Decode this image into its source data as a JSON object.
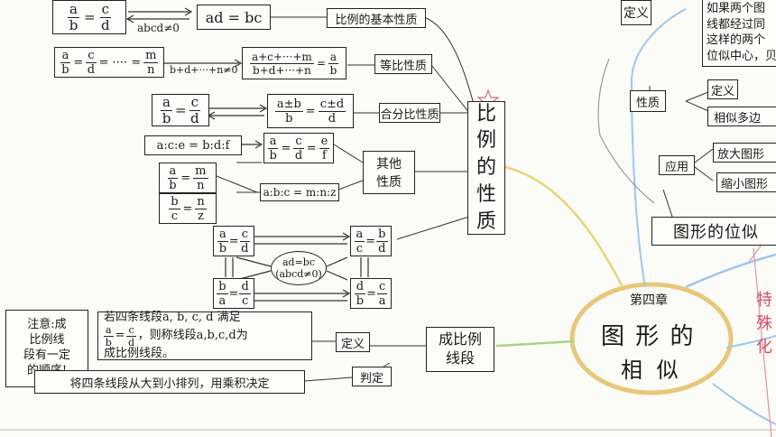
{
  "center": {
    "chapter": "第四章",
    "title_line1": "图 形 的",
    "title_line2": "相 似"
  },
  "property_node": {
    "chars": [
      "比",
      "例",
      "的",
      "性",
      "质"
    ]
  },
  "basic": {
    "left_num_a": "a",
    "left_den_b": "b",
    "left_num_c": "c",
    "left_den_d": "d",
    "arrow_cond": "abcd≠0",
    "product": "ad = bc",
    "label": "比例的基本性质"
  },
  "equal_ratio": {
    "lhs": [
      "a",
      "b",
      "c",
      "d",
      "m",
      "n"
    ],
    "dots": "= ···· =",
    "cond": "b+d+···+n≠0",
    "rhs_num": "a+c+···+m",
    "rhs_den": "b+d+···+n",
    "rhs_num2": "a",
    "rhs_den2": "b",
    "label": "等比性质"
  },
  "sum_diff": {
    "rhs_num": "a±b",
    "rhs_den": "b",
    "rhs_num2": "c±d",
    "rhs_den2": "d",
    "label": "合分比性质"
  },
  "other": {
    "cont_ratio": "a:c:e = b:d:f",
    "frac_e": "e",
    "frac_f": "f",
    "ratio_chain": "a:b:c = m:n:z",
    "m": "m",
    "n": "n",
    "z": "z",
    "label_line1": "其他",
    "label_line2": "性质"
  },
  "cross": {
    "center_line1": "ad=bc",
    "center_line2": "(abcd≠0)"
  },
  "proportional_segments": {
    "note": [
      "注意:成",
      "比例线",
      "段有一定",
      "的顺序!"
    ],
    "def_line1": "若四条线段a, b, c, d 满足",
    "def_line2": "，则称线段a,b,c,d为",
    "def_line3": "成比例线段。",
    "def_frac_a": "a",
    "def_frac_b": "b",
    "def_frac_c": "c",
    "def_frac_d": "d",
    "judge_text": "将四条线段从大到小排列，用乘积决定",
    "def_label": "定义",
    "judge_label": "判定",
    "node_line1": "成比例",
    "node_line2": "线段"
  },
  "homothety": {
    "top_text_line1": "如果两个图",
    "top_text_line2": "线都经过同",
    "top_text_line3": "这样的两个",
    "top_text_line4": "位似中心，贝",
    "def_label": "定义",
    "prop_label": "性质",
    "prop_def": "定义",
    "prop_multi": "相似多边",
    "app_label": "应用",
    "app_enlarge": "放大图形",
    "app_shrink": "缩小图形",
    "node": "图形的位似"
  },
  "right_edge": {
    "c1": "特",
    "c2": "殊",
    "c3": "化"
  }
}
